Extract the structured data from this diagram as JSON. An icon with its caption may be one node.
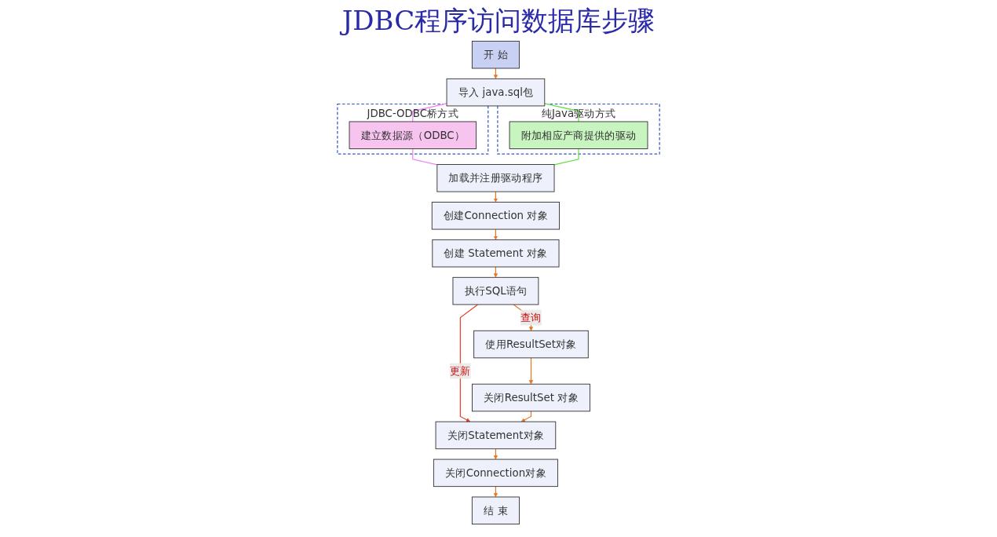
{
  "diagram": {
    "title": "JDBC程序访问数据库步骤",
    "nodes": [
      {
        "text": [
          "开 始"
        ]
      },
      {
        "text": [
          "导入 java.sql包"
        ]
      },
      {
        "text": [
          "JDBC-ODBC桥方式"
        ]
      },
      {
        "text": [
          "建立数据源（ODBC）"
        ],
        "in": 2
      },
      {
        "text": [
          "纯Java驱动方式"
        ]
      },
      {
        "text": [
          "附加相应产商提供的驱动"
        ],
        "in": 4
      },
      {
        "text": [
          "加载并注册驱动程序"
        ]
      },
      {
        "text": [
          "创建Connection 对象"
        ]
      },
      {
        "text": [
          "创建 Statement 对象"
        ]
      },
      {
        "text": [
          "执行SQL语句"
        ]
      },
      {
        "text": [
          "使用ResultSet对象"
        ]
      },
      {
        "text": [
          "关闭ResultSet 对象"
        ]
      },
      {
        "text": [
          "关闭Statement对象"
        ]
      },
      {
        "text": [
          "关闭Connection对象"
        ]
      },
      {
        "text": [
          "结 束"
        ]
      }
    ],
    "edges": [
      {
        "from": 0,
        "to": 1,
        "arrow": "to"
      },
      {
        "from": 1,
        "to": 3,
        "arrow": "none",
        "color": "#ee82ee"
      },
      {
        "from": 3,
        "to": 6,
        "arrow": "none",
        "color": "#ee82ee"
      },
      {
        "from": 1,
        "to": 5,
        "arrow": "none",
        "color": "#66dd44"
      },
      {
        "from": 5,
        "to": 6,
        "arrow": "none",
        "color": "#66dd44"
      },
      {
        "from": 6,
        "to": 7,
        "arrow": "to"
      },
      {
        "from": 7,
        "to": 8,
        "arrow": "to"
      },
      {
        "from": 8,
        "to": 9,
        "arrow": "to"
      },
      {
        "from": 9,
        "to": 10,
        "arrow": "to",
        "label": "查询"
      },
      {
        "from": 10,
        "to": 11,
        "arrow": "to"
      },
      {
        "from": 9,
        "to": 12,
        "arrow": "to",
        "label": "更新",
        "color": "#e8402a"
      },
      {
        "from": 11,
        "to": 12,
        "arrow": "to"
      },
      {
        "from": 12,
        "to": 13,
        "arrow": "to"
      },
      {
        "from": 13,
        "to": 14,
        "arrow": "to"
      }
    ]
  }
}
